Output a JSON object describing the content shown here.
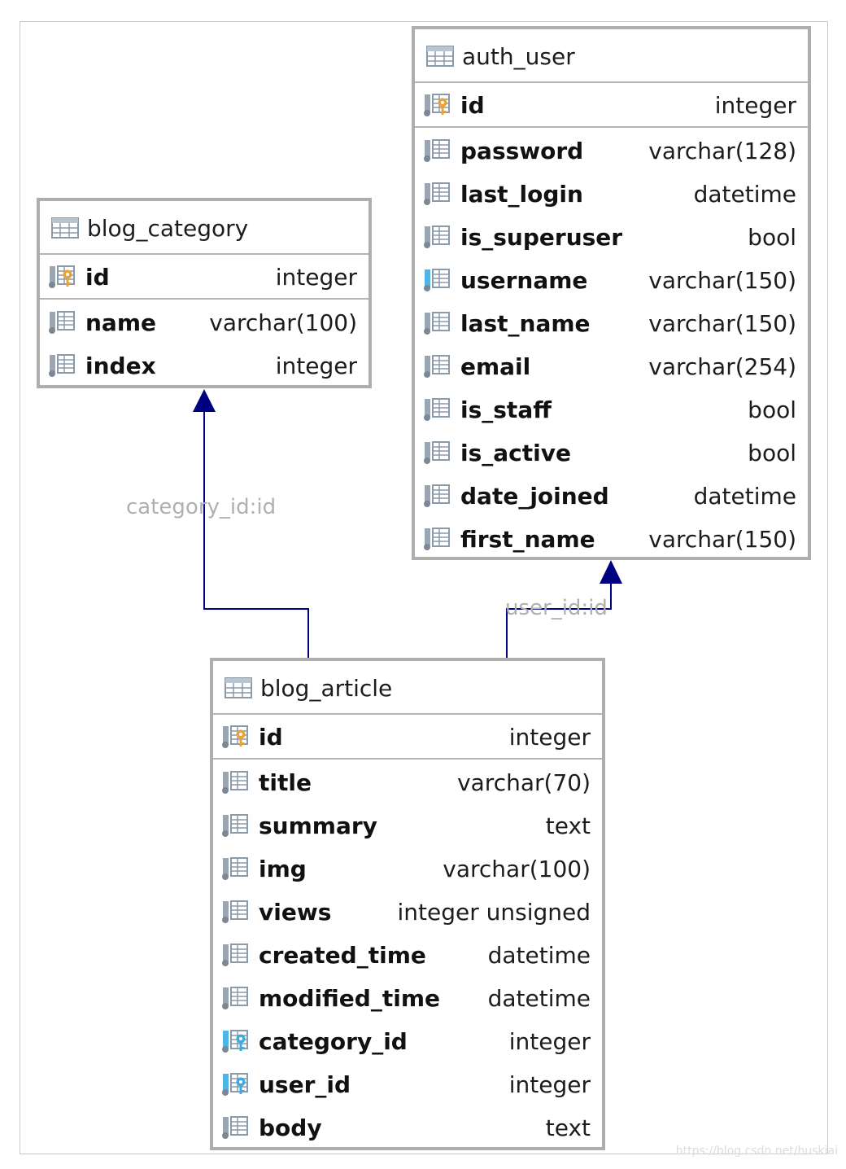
{
  "colors": {
    "border": "#aeaeae",
    "link": "#000080",
    "pk_key": "#e8a33d",
    "fk_key": "#3fa9e0"
  },
  "tables": [
    {
      "id": "blog_category",
      "name": "blog_category",
      "columns": [
        {
          "name": "id",
          "type": "integer",
          "icon": "primary-key-column-icon",
          "pk": true
        },
        {
          "name": "name",
          "type": "varchar(100)",
          "icon": "column-icon"
        },
        {
          "name": "index",
          "type": "integer",
          "icon": "column-icon"
        }
      ]
    },
    {
      "id": "auth_user",
      "name": "auth_user",
      "columns": [
        {
          "name": "id",
          "type": "integer",
          "icon": "primary-key-column-icon",
          "pk": true
        },
        {
          "name": "password",
          "type": "varchar(128)",
          "icon": "column-icon"
        },
        {
          "name": "last_login",
          "type": "datetime",
          "icon": "column-icon"
        },
        {
          "name": "is_superuser",
          "type": "bool",
          "icon": "column-icon"
        },
        {
          "name": "username",
          "type": "varchar(150)",
          "icon": "unique-column-icon"
        },
        {
          "name": "last_name",
          "type": "varchar(150)",
          "icon": "column-icon"
        },
        {
          "name": "email",
          "type": "varchar(254)",
          "icon": "column-icon"
        },
        {
          "name": "is_staff",
          "type": "bool",
          "icon": "column-icon"
        },
        {
          "name": "is_active",
          "type": "bool",
          "icon": "column-icon"
        },
        {
          "name": "date_joined",
          "type": "datetime",
          "icon": "column-icon"
        },
        {
          "name": "first_name",
          "type": "varchar(150)",
          "icon": "column-icon"
        }
      ]
    },
    {
      "id": "blog_article",
      "name": "blog_article",
      "columns": [
        {
          "name": "id",
          "type": "integer",
          "icon": "primary-key-column-icon",
          "pk": true
        },
        {
          "name": "title",
          "type": "varchar(70)",
          "icon": "column-icon"
        },
        {
          "name": "summary",
          "type": "text",
          "icon": "column-icon"
        },
        {
          "name": "img",
          "type": "varchar(100)",
          "icon": "column-icon"
        },
        {
          "name": "views",
          "type": "integer unsigned",
          "icon": "column-icon"
        },
        {
          "name": "created_time",
          "type": "datetime",
          "icon": "column-icon"
        },
        {
          "name": "modified_time",
          "type": "datetime",
          "icon": "column-icon"
        },
        {
          "name": "category_id",
          "type": "integer",
          "icon": "foreign-key-column-icon"
        },
        {
          "name": "user_id",
          "type": "integer",
          "icon": "foreign-key-column-icon"
        },
        {
          "name": "body",
          "type": "text",
          "icon": "column-icon"
        }
      ]
    }
  ],
  "relations": [
    {
      "label": "category_id:id",
      "from": "blog_article",
      "to": "blog_category"
    },
    {
      "label": "user_id:id",
      "from": "blog_article",
      "to": "auth_user"
    }
  ],
  "watermark": "https://blog.csdn.net/huskiai"
}
